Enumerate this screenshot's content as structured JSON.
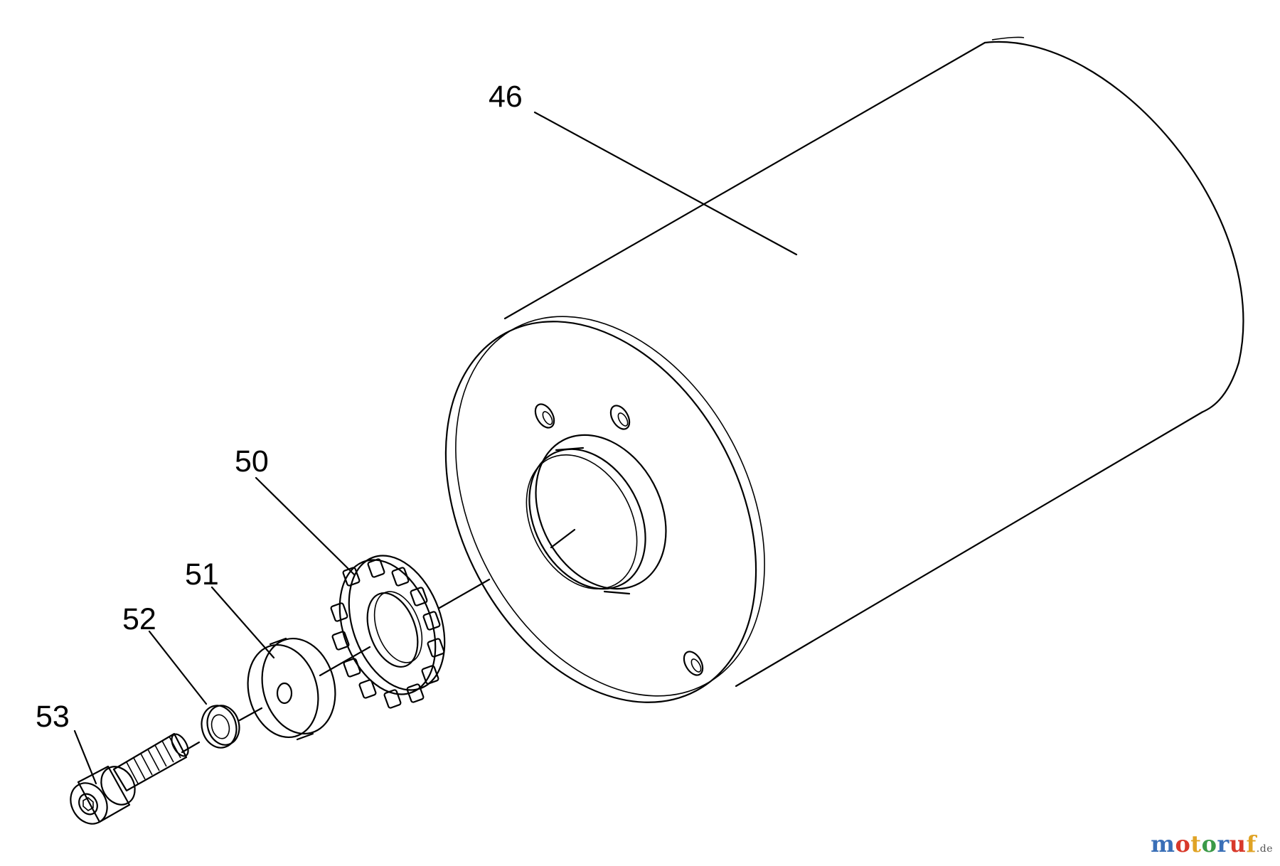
{
  "labels": {
    "drum": "46",
    "sprocket": "50",
    "spacer": "51",
    "lock_washer": "52",
    "cap_screw": "53"
  },
  "watermark": {
    "text": "motoruf",
    "suffix": ".de",
    "colors": [
      "#3a6fb7",
      "#d8392b",
      "#e0a325",
      "#3b9a48",
      "#3a6fb7",
      "#d8392b",
      "#e0a325"
    ]
  },
  "colors": {
    "line": "#000000",
    "background": "#ffffff"
  }
}
